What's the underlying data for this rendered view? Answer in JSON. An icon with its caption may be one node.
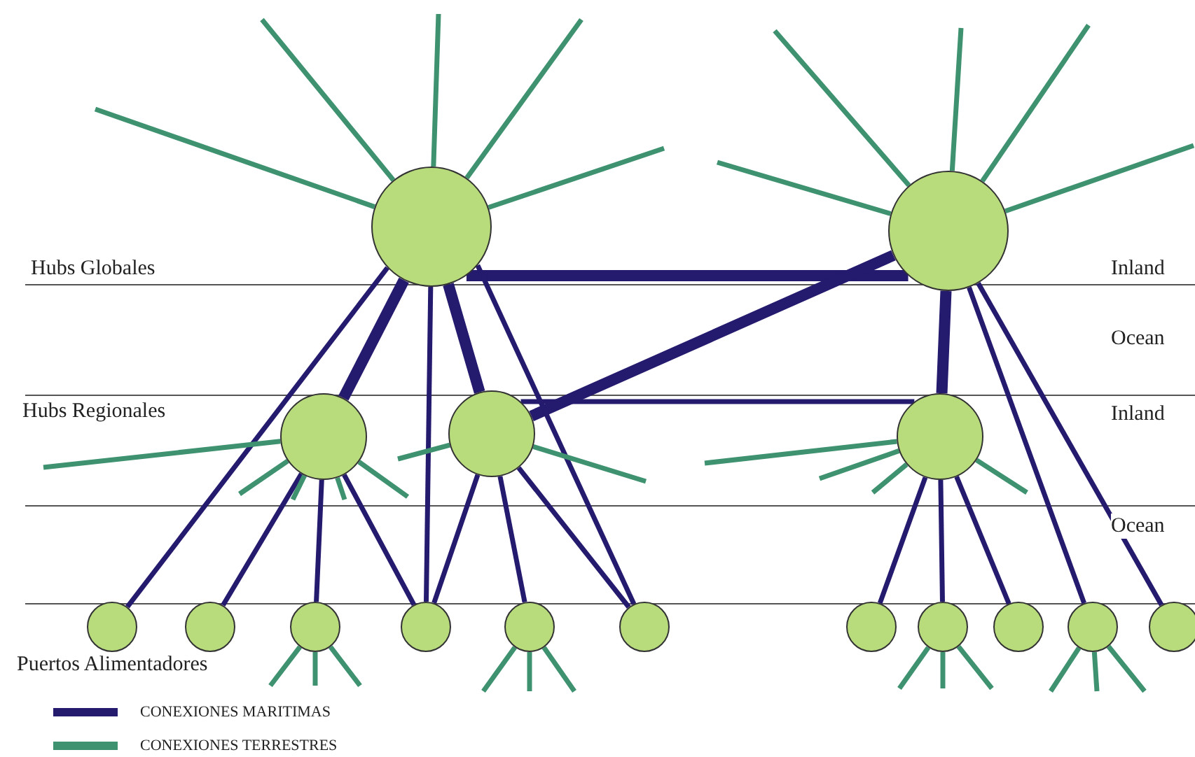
{
  "diagram": {
    "nodes": [
      {
        "text": [],
        "shape": "circle"
      },
      {
        "text": [],
        "shape": "circle"
      },
      {
        "text": [],
        "shape": "circle"
      },
      {
        "text": [],
        "shape": "circle"
      },
      {
        "text": [],
        "shape": "circle"
      },
      {
        "text": [],
        "shape": "circle"
      },
      {
        "text": [],
        "shape": "circle"
      },
      {
        "text": [],
        "shape": "circle"
      },
      {
        "text": [],
        "shape": "circle"
      },
      {
        "text": [],
        "shape": "circle"
      },
      {
        "text": [],
        "shape": "circle"
      },
      {
        "text": [],
        "shape": "circle"
      },
      {
        "text": [],
        "shape": "circle"
      },
      {
        "text": [],
        "shape": "circle"
      },
      {
        "text": [],
        "shape": "circle"
      },
      {
        "text": [],
        "shape": "circle"
      }
    ],
    "edges": [
      {
        "from": 0,
        "to": 1,
        "arrow": "none",
        "style": "thick",
        "color": "#241a6e"
      },
      {
        "from": 0,
        "to": 2,
        "arrow": "none",
        "style": "thick",
        "color": "#241a6e"
      },
      {
        "from": 0,
        "to": 3,
        "arrow": "none",
        "style": "thick",
        "color": "#241a6e"
      },
      {
        "from": 1,
        "to": 3,
        "arrow": "none",
        "style": "thick",
        "color": "#241a6e"
      },
      {
        "from": 1,
        "to": 4,
        "arrow": "none",
        "style": "thick",
        "color": "#241a6e"
      },
      {
        "from": 3,
        "to": 4,
        "arrow": "none",
        "color": "#241a6e"
      },
      {
        "from": 0,
        "to": 5,
        "arrow": "none",
        "color": "#241a6e"
      },
      {
        "from": 0,
        "to": 8,
        "arrow": "none",
        "color": "#241a6e"
      },
      {
        "from": 0,
        "to": 10,
        "arrow": "none",
        "color": "#241a6e"
      },
      {
        "from": 1,
        "to": 14,
        "arrow": "none",
        "color": "#241a6e"
      },
      {
        "from": 1,
        "to": 15,
        "arrow": "none",
        "color": "#241a6e"
      },
      {
        "from": 2,
        "to": 6,
        "arrow": "none",
        "color": "#241a6e"
      },
      {
        "from": 2,
        "to": 7,
        "arrow": "none",
        "color": "#241a6e"
      },
      {
        "from": 2,
        "to": 8,
        "arrow": "none",
        "color": "#241a6e"
      },
      {
        "from": 3,
        "to": 8,
        "arrow": "none",
        "color": "#241a6e"
      },
      {
        "from": 3,
        "to": 9,
        "arrow": "none",
        "color": "#241a6e"
      },
      {
        "from": 3,
        "to": 10,
        "arrow": "none",
        "color": "#241a6e"
      },
      {
        "from": 4,
        "to": 11,
        "arrow": "none",
        "color": "#241a6e"
      },
      {
        "from": 4,
        "to": 12,
        "arrow": "none",
        "color": "#241a6e"
      },
      {
        "from": 4,
        "to": 13,
        "arrow": "none",
        "color": "#241a6e"
      },
      {
        "from": 0,
        "to": null,
        "arrow": "none"
      },
      {
        "from": 0,
        "to": null,
        "arrow": "none"
      },
      {
        "from": 0,
        "to": null,
        "arrow": "none"
      },
      {
        "from": 0,
        "to": null,
        "arrow": "none"
      },
      {
        "from": 0,
        "to": null,
        "arrow": "none"
      },
      {
        "from": 1,
        "to": null,
        "arrow": "none"
      },
      {
        "from": 1,
        "to": null,
        "arrow": "none"
      },
      {
        "from": 1,
        "to": null,
        "arrow": "none"
      },
      {
        "from": 1,
        "to": null,
        "arrow": "none"
      },
      {
        "from": 1,
        "to": null,
        "arrow": "none"
      },
      {
        "from": 2,
        "to": null,
        "arrow": "none"
      },
      {
        "from": 2,
        "to": null,
        "arrow": "none"
      },
      {
        "from": 2,
        "to": null,
        "arrow": "none"
      },
      {
        "from": 2,
        "to": null,
        "arrow": "none"
      },
      {
        "from": 2,
        "to": null,
        "arrow": "none"
      },
      {
        "from": 3,
        "to": null,
        "arrow": "none"
      },
      {
        "from": 3,
        "to": null,
        "arrow": "none"
      },
      {
        "from": 4,
        "to": null,
        "arrow": "none"
      },
      {
        "from": 4,
        "to": null,
        "arrow": "none"
      },
      {
        "from": 4,
        "to": null,
        "arrow": "none"
      },
      {
        "from": 4,
        "to": null,
        "arrow": "none"
      },
      {
        "from": 7,
        "to": null,
        "arrow": "none"
      },
      {
        "from": 7,
        "to": null,
        "arrow": "none"
      },
      {
        "from": 7,
        "to": null,
        "arrow": "none"
      },
      {
        "from": 9,
        "to": null,
        "arrow": "none"
      },
      {
        "from": 9,
        "to": null,
        "arrow": "none"
      },
      {
        "from": 9,
        "to": null,
        "arrow": "none"
      },
      {
        "from": 12,
        "to": null,
        "arrow": "none"
      },
      {
        "from": 12,
        "to": null,
        "arrow": "none"
      },
      {
        "from": 12,
        "to": null,
        "arrow": "none"
      },
      {
        "from": 14,
        "to": null,
        "arrow": "none"
      },
      {
        "from": 14,
        "to": null,
        "arrow": "none"
      },
      {
        "from": 14,
        "to": null,
        "arrow": "none"
      }
    ],
    "labels": [
      "Hubs Globales",
      "Inland",
      "Ocean",
      "Hubs Regionales",
      "Inland",
      "Ocean",
      "Puertos Alimentadores"
    ],
    "legend": [
      {
        "text": "CONEXIONES MARITIMAS",
        "color": "#241a6e"
      },
      {
        "text": "CONEXIONES TERRESTRES",
        "color": "#3e9270"
      }
    ]
  }
}
